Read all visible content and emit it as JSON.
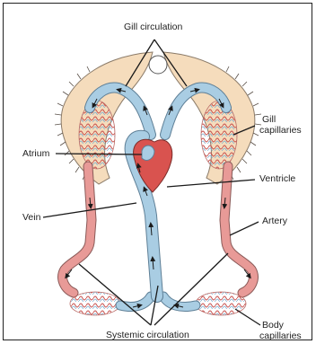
{
  "diagram": {
    "labels": {
      "gill_circulation": "Gill circulation",
      "gill_capillaries_line1": "Gill",
      "gill_capillaries_line2": "capillaries",
      "atrium": "Atrium",
      "ventricle": "Ventricle",
      "vein": "Vein",
      "artery": "Artery",
      "body_capillaries_line1": "Body",
      "body_capillaries_line2": "capillaries",
      "systemic_circulation": "Systemic circulation"
    },
    "colors": {
      "gill_tissue": "#f5dcbc",
      "deoxygenated_blood": "#a9cde3",
      "oxygenated_blood": "#e89a97",
      "heart_red": "#d9534f",
      "outline": "#4a4a4a",
      "arrow": "#1a1a1a"
    }
  }
}
